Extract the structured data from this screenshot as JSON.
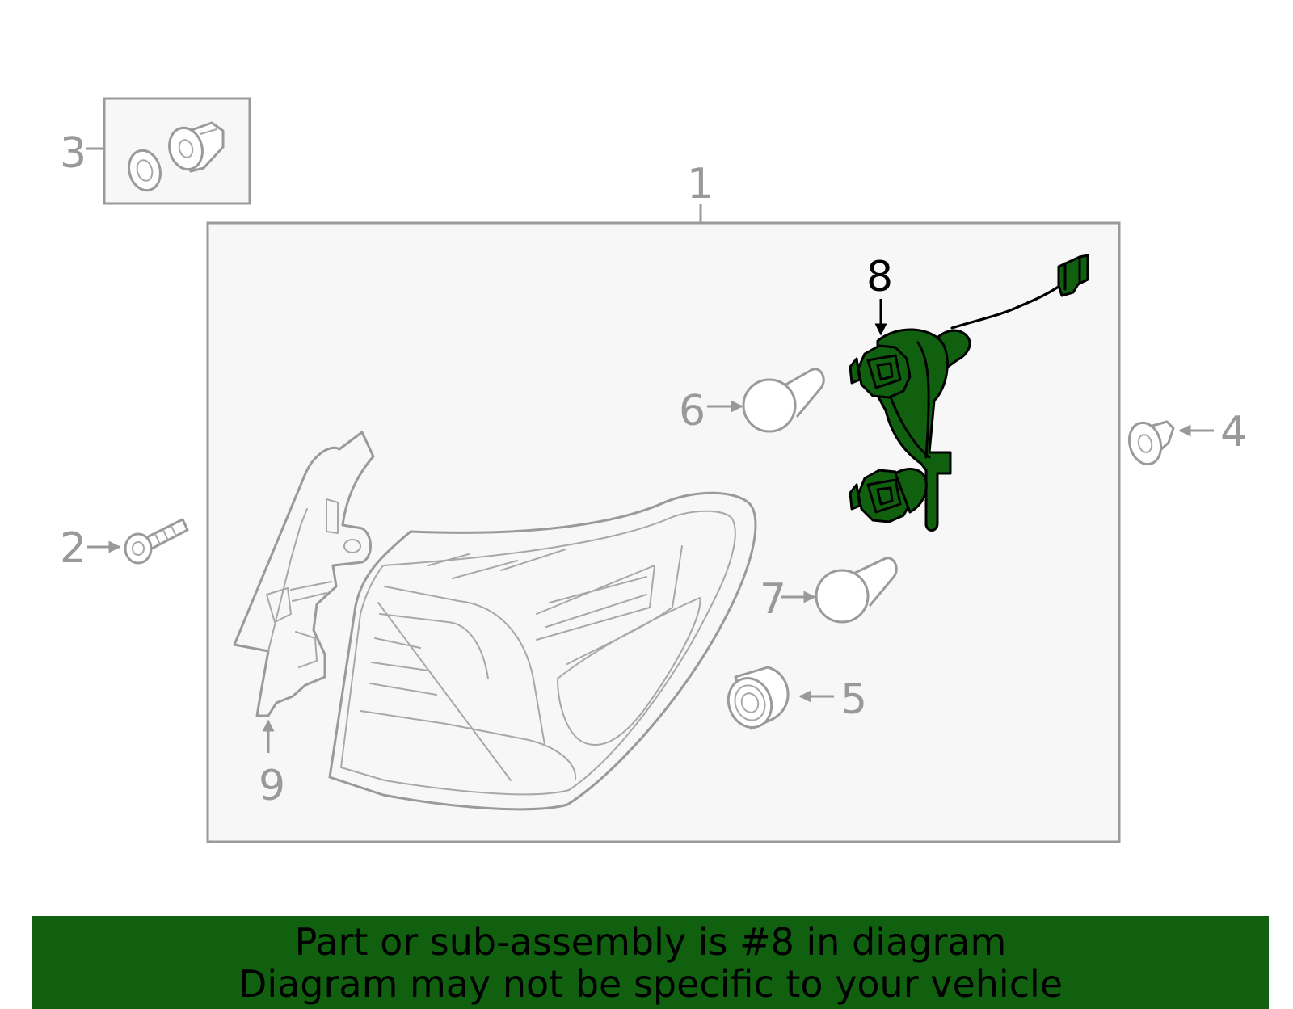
{
  "callouts": {
    "c1": "1",
    "c2": "2",
    "c3": "3",
    "c4": "4",
    "c5": "5",
    "c6": "6",
    "c7": "7",
    "c8": "8",
    "c9": "9"
  },
  "highlighted_part": "8",
  "colors": {
    "highlight": "#106010",
    "banner": "#106010",
    "callout": "#999999",
    "panel": "#f7f7f7"
  },
  "banner": {
    "line1": "Part or sub-assembly is #8 in diagram",
    "line2": "Diagram may not be specific to your vehicle"
  }
}
